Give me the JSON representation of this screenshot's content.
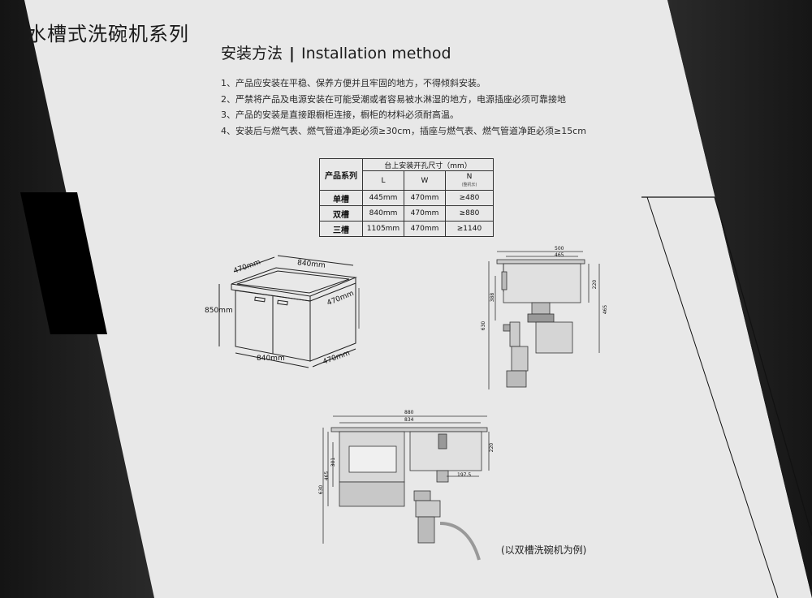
{
  "header": {
    "series_title": "水槽式洗碗机系列",
    "section_title_cn": "安装方法",
    "section_separator": "|",
    "section_title_en": "Installation method"
  },
  "instructions": [
    "1、产品应安装在平稳、保养方便并且牢固的地方，不得倾斜安装。",
    "2、严禁将产品及电源安装在可能受潮或者容易被水淋湿的地方，电源插座必须可靠接地",
    "3、产品的安装是直接跟橱柜连接，橱柜的材料必须耐高温。",
    "4、安装后与燃气表、燃气管道净距必须≥30cm，插座与燃气表、燃气管道净距必须≥15cm"
  ],
  "spec_table": {
    "corner_header": "产品系列",
    "group_header": "台上安装开孔尺寸（mm）",
    "columns": [
      "L",
      "W",
      "N"
    ],
    "n_note": "(整机长)",
    "rows": [
      {
        "name": "单槽",
        "L": "445mm",
        "W": "470mm",
        "N": "≥480"
      },
      {
        "name": "双槽",
        "L": "840mm",
        "W": "470mm",
        "N": "≥880"
      },
      {
        "name": "三槽",
        "L": "1105mm",
        "W": "470mm",
        "N": "≥1140"
      }
    ]
  },
  "cabinet_dims": {
    "top_width": "840mm",
    "top_depth": "470mm",
    "side_depth": "470mm",
    "height": "850mm",
    "bottom_width": "840mm",
    "bottom_depth": "470mm"
  },
  "side_view_dims": {
    "width_outer": "500",
    "width_inner": "465",
    "depth_top": "220",
    "h_388": "388",
    "h_465": "465",
    "h_630": "630"
  },
  "front_view_dims": {
    "width_outer": "880",
    "width_inner": "834",
    "depth_220": "220",
    "h_301": "301",
    "h_465": "465",
    "h_630": "630",
    "offset_197": "197.5"
  },
  "caption": "(以双槽洗碗机为例)",
  "colors": {
    "background": "#e8e8e8",
    "dark_band": "#1c1c1c",
    "black_block": "#000000"
  }
}
